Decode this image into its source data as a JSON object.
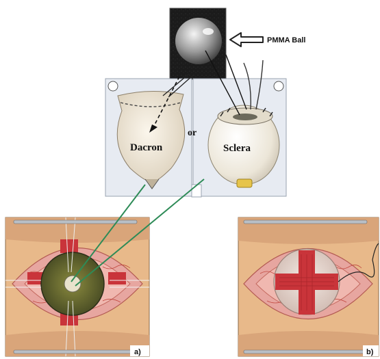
{
  "labels": {
    "pmma_ball": "PMMA Ball",
    "dacron": "Dacron",
    "sclera": "Sclera",
    "or": "or",
    "panel_a": "a)",
    "panel_b": "b)"
  },
  "colors": {
    "connector_line": "#2e8b57",
    "dacron_fabric": "#efe6d6",
    "sclera_tissue": "#f2eee4",
    "tissue_pink": "#e7a6a0",
    "muscle_red": "#c9343a",
    "photo_bg": "#1d1d1d"
  },
  "icons": {
    "arrow": "hollow-left-arrow-icon"
  }
}
